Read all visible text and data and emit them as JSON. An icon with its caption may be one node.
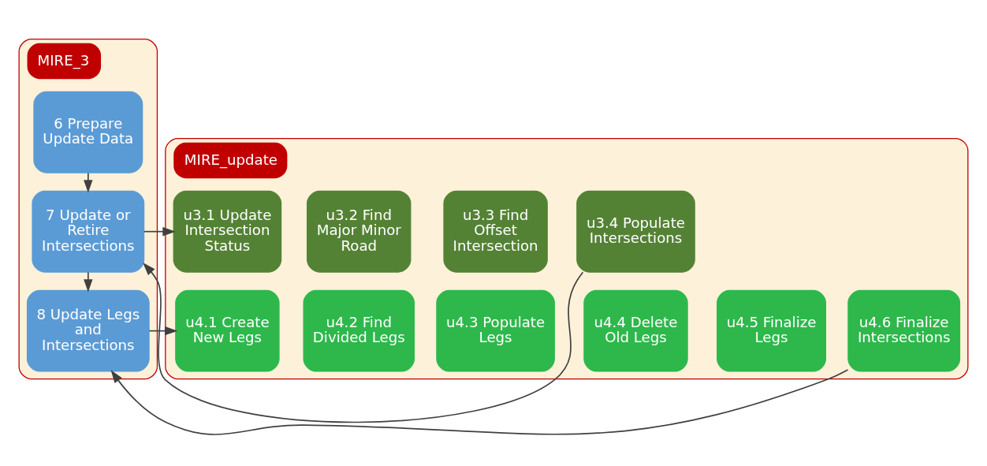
{
  "diagram": {
    "nodes": [
      {
        "text": [
          "MIRE_3"
        ]
      },
      {
        "text": [
          "6 Prepare Update Data"
        ],
        "in": 0
      },
      {
        "text": [
          "7 Update or Retire Intersections"
        ],
        "in": 0
      },
      {
        "text": [
          "8 Update Legs and Intersections"
        ],
        "in": 0
      },
      {
        "text": [
          "MIRE_update"
        ]
      },
      {
        "text": [
          "u3.1 Update Intersection Status"
        ],
        "in": 4
      },
      {
        "text": [
          "u3.2 Find Major Minor Road"
        ],
        "in": 4
      },
      {
        "text": [
          "u3.3 Find Offset Intersection"
        ],
        "in": 4
      },
      {
        "text": [
          "u3.4 Populate Intersections"
        ],
        "in": 4
      },
      {
        "text": [
          "u4.1 Create New Legs"
        ],
        "in": 4
      },
      {
        "text": [
          "u4.2 Find Divided Legs"
        ],
        "in": 4
      },
      {
        "text": [
          "u4.3 Populate Legs"
        ],
        "in": 4
      },
      {
        "text": [
          "u4.4 Delete Old Legs"
        ],
        "in": 4
      },
      {
        "text": [
          "u4.5 Finalize Legs"
        ],
        "in": 4
      },
      {
        "text": [
          "u4.6 Finalize Intersections"
        ],
        "in": 4
      }
    ],
    "edges": [
      {
        "from": 1,
        "to": 2,
        "arrow": "to"
      },
      {
        "from": 2,
        "to": 3,
        "arrow": "to"
      },
      {
        "from": 2,
        "to": 5,
        "arrow": "to"
      },
      {
        "from": 8,
        "to": 2,
        "arrow": "to"
      },
      {
        "from": 3,
        "to": 9,
        "arrow": "to"
      },
      {
        "from": 14,
        "to": 3,
        "arrow": "to"
      }
    ]
  }
}
